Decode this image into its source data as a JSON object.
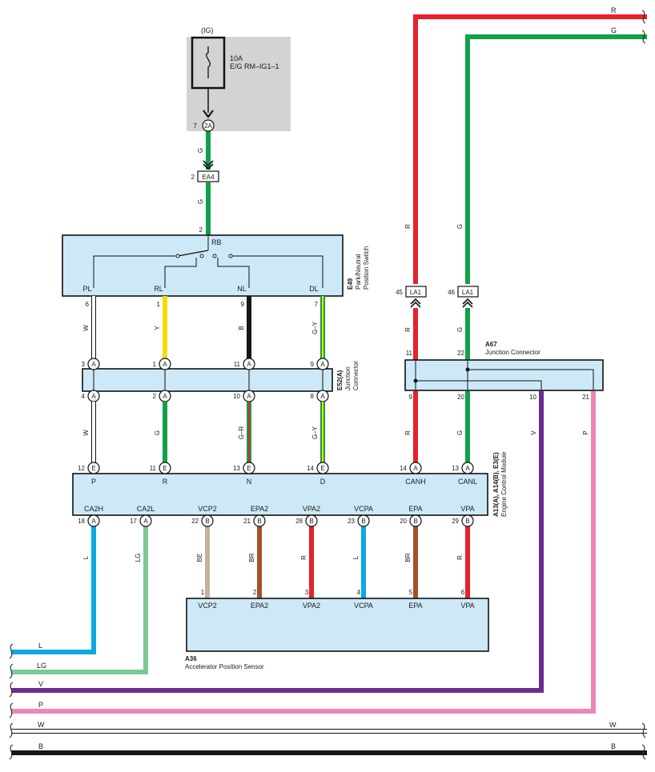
{
  "fuse": {
    "ig": "(IG)",
    "rating": "10A",
    "name": "E/G RM–IG1–1",
    "pin": "7",
    "conn": "2A"
  },
  "ea4": {
    "label": "EA4",
    "pin_top": "2",
    "pin_bottom": "2",
    "wire": "G"
  },
  "e49": {
    "code": "E49",
    "name1": "Park/Neutral",
    "name2": "Position Switch",
    "rb": "RB",
    "terminals": [
      "PL",
      "RL",
      "NL",
      "DL"
    ],
    "pins": [
      "6",
      "1",
      "9",
      "7"
    ]
  },
  "e52": {
    "code": "E52(A)",
    "name1": "Junction",
    "name2": "Connector",
    "top_pins": [
      "3",
      "1",
      "11",
      "9"
    ],
    "bottom_pins": [
      "4",
      "2",
      "10",
      "8"
    ],
    "conn": "A"
  },
  "wires_upper": [
    "W",
    "Y",
    "B",
    "G–Y"
  ],
  "wires_lower": [
    "W",
    "G",
    "G–R",
    "G–Y"
  ],
  "a67": {
    "code": "A67",
    "name": "Junction Connector",
    "top_pins": [
      "11",
      "22"
    ],
    "bottom_pins": [
      "9",
      "20",
      "10",
      "21"
    ],
    "la1": "LA1",
    "la1_pins": [
      "45",
      "46"
    ],
    "top_wires": [
      "R",
      "G"
    ],
    "mid_wires": [
      "R",
      "G"
    ],
    "low_wires": [
      "R",
      "G",
      "V",
      "P"
    ]
  },
  "ecm": {
    "codes": "A13(A), A14(B), E3(E)",
    "name": "Engine Control Module",
    "top_pins": [
      "12",
      "11",
      "13",
      "14",
      "14",
      "13"
    ],
    "top_conns": [
      "E",
      "E",
      "E",
      "E",
      "A",
      "A"
    ],
    "top_terms": [
      "P",
      "R",
      "N",
      "D",
      "CANH",
      "CANL"
    ],
    "bottom_terms": [
      "CA2H",
      "CA2L",
      "VCP2",
      "EPA2",
      "VPA2",
      "VCPA",
      "EPA",
      "VPA"
    ],
    "bottom_pins": [
      "18",
      "17",
      "22",
      "21",
      "28",
      "23",
      "20",
      "29"
    ],
    "bottom_conns": [
      "A",
      "A",
      "B",
      "B",
      "B",
      "B",
      "B",
      "B"
    ]
  },
  "ecm_wires": [
    "L",
    "LG",
    "BE",
    "BR",
    "R",
    "L",
    "BR",
    "R"
  ],
  "a36": {
    "code": "A36",
    "name": "Accelerator Position Sensor",
    "pins": [
      "1",
      "2",
      "3",
      "4",
      "5",
      "6"
    ],
    "terms": [
      "VCP2",
      "EPA2",
      "VPA2",
      "VCPA",
      "EPA",
      "VPA"
    ]
  },
  "bus": {
    "top_right": [
      "R",
      "G"
    ],
    "left": [
      "L",
      "LG",
      "V",
      "P",
      "W",
      "B"
    ],
    "right_bottom": [
      "W",
      "B"
    ]
  },
  "colors": {
    "red": "#e8202a",
    "green": "#12a04a",
    "yellow": "#f7dc00",
    "black": "#161616",
    "blue": "#10a8e4",
    "lightgreen": "#7dc895",
    "beige": "#c4b29a",
    "brown": "#a0522d",
    "violet": "#6a2c91",
    "pink": "#ee86b8",
    "box": "#cde9f7",
    "fuse_bg": "#d3d3d3"
  }
}
